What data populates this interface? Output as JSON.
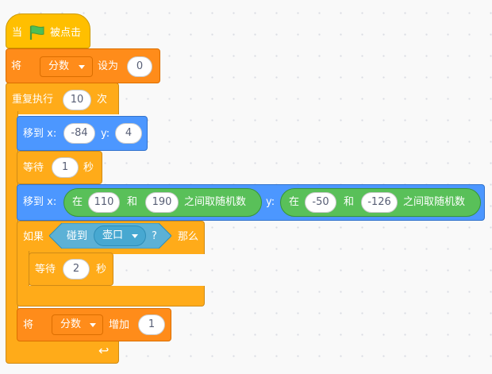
{
  "script": {
    "when_flag": {
      "when": "当",
      "clicked": "被点击"
    },
    "set_var": {
      "set": "将",
      "var_name": "分数",
      "to": "设为",
      "value": "0"
    },
    "repeat": {
      "label": "重复执行",
      "times": "10",
      "unit": "次"
    },
    "goto1": {
      "label": "移到 x:",
      "x": "-84",
      "ylabel": "y:",
      "y": "4"
    },
    "wait1": {
      "label": "等待",
      "value": "1",
      "unit": "秒"
    },
    "goto2": {
      "label": "移到 x:",
      "rand_x": {
        "in": "在",
        "from": "110",
        "and": "和",
        "to": "190",
        "suffix": "之间取随机数"
      },
      "ylabel": "y:",
      "rand_y": {
        "in": "在",
        "from": "-50",
        "and": "和",
        "to": "-126",
        "suffix": "之间取随机数"
      }
    },
    "if_block": {
      "if": "如果",
      "touching": "碰到",
      "target": "壶口",
      "question": "?",
      "then": "那么"
    },
    "wait2": {
      "label": "等待",
      "value": "2",
      "unit": "秒"
    },
    "change_var": {
      "label": "将",
      "var_name": "分数",
      "by": "增加",
      "value": "1"
    }
  },
  "icons": {
    "green_flag": "green-flag-icon",
    "repeat_arrow": "repeat-arrow-icon",
    "dropdown": "caret-down-icon"
  },
  "colors": {
    "events": "#ffbf00",
    "variables": "#ff8c1a",
    "control": "#ffab19",
    "motion": "#4c97ff",
    "operators": "#59c059",
    "sensing": "#5cb1d6"
  }
}
